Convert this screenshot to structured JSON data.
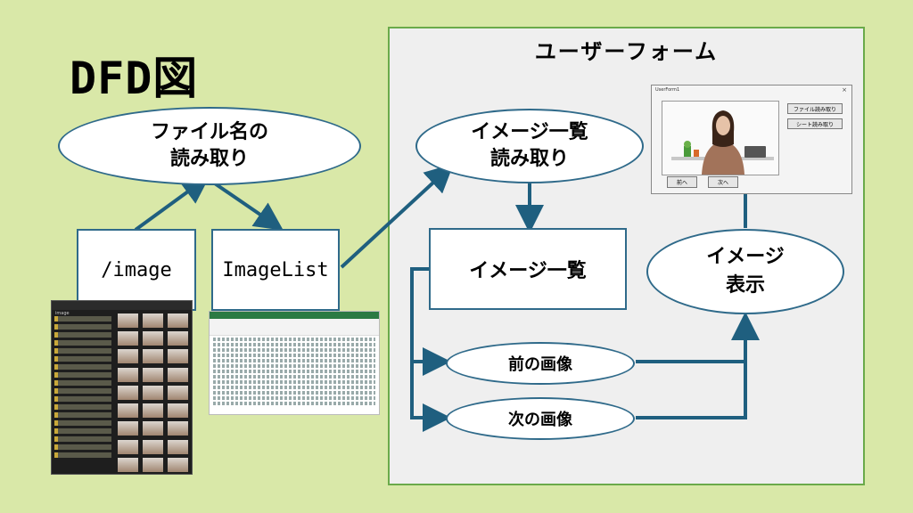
{
  "title": "DFD図",
  "form_panel_title": "ユーザーフォーム",
  "nodes": {
    "read_filenames": "ファイル名の\n読み取り",
    "image_folder": "/image",
    "image_list_sheet": "ImageList",
    "read_image_list": "イメージ一覧\n読み取り",
    "image_list": "イメージ一覧",
    "image_display": "イメージ\n表示",
    "prev_image": "前の画像",
    "next_image": "次の画像"
  },
  "explorer": {
    "title": "image"
  },
  "userform": {
    "title": "UserForm1",
    "close": "×",
    "read_file_button": "ファイル読み取り",
    "read_sheet_button": "シート読み取り",
    "prev_button": "前へ",
    "next_button": "次へ"
  },
  "colors": {
    "background": "#d9e8a8",
    "arrow": "#1f5f7f",
    "panel_border": "#6aaa4a"
  }
}
